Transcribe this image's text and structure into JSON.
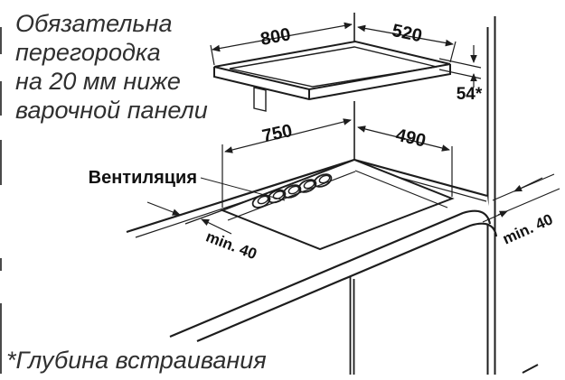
{
  "diagram": {
    "note_partition": {
      "lines": [
        "Обязательна",
        "перегородка",
        "на 20 мм ниже",
        "варочной панели"
      ]
    },
    "footnote": "*Глубина встраивания",
    "ventilation_label": "Вентиляция",
    "dims": {
      "panel_width": "800",
      "panel_depth": "520",
      "cutout_width": "750",
      "cutout_depth": "490",
      "built_in_depth": "54*",
      "min_clearance_left": "min. 40",
      "min_clearance_right": "min. 40"
    },
    "colors": {
      "line": "#1d1d1d",
      "text": "#2f2f2f",
      "background": "#ffffff"
    }
  }
}
